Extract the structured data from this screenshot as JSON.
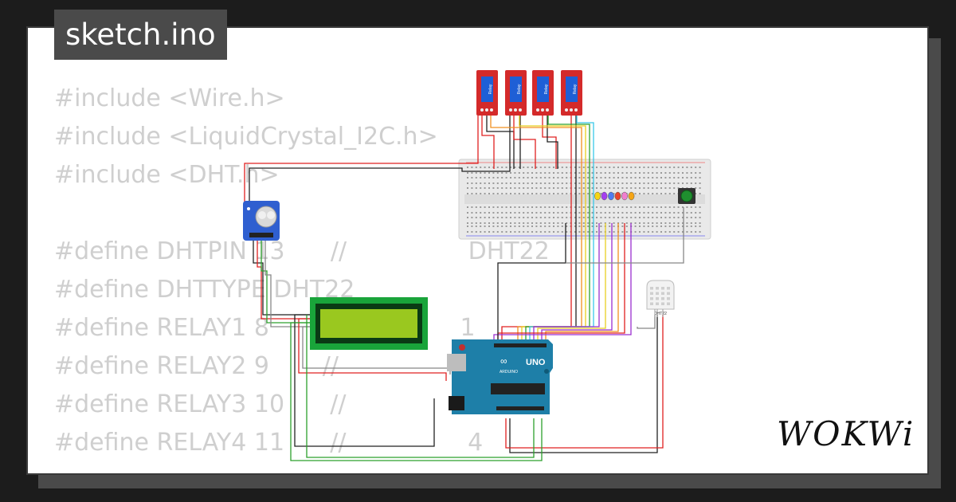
{
  "window": {
    "title": "sketch.ino"
  },
  "code_lines": [
    "#include <Wire.h>",
    "#include <LiquidCrystal_I2C.h>",
    "#include <DHT.h>",
    "",
    "#define DHTPIN 13      //                DHT22",
    "#define DHTTYPE DHT22",
    "#define RELAY1 8       //                1",
    "#define RELAY2 9       //                2",
    "#define RELAY3 10      //                3",
    "#define RELAY4 11      //                4"
  ],
  "diagram": {
    "relay_label": "Relay",
    "board_label": "UNO",
    "board_brand": "ARDUINO",
    "sensor_label": "DHT22",
    "led_colors": [
      "#f5d516",
      "#a43ff0",
      "#4f7cf0",
      "#e8452c",
      "#f07fcf",
      "#f5a516"
    ],
    "wire_colors": {
      "red": "#e02020",
      "black": "#222222",
      "green": "#2ca02c",
      "yellow": "#e8d020",
      "cyan": "#39c8e8",
      "purple": "#9b2fd0",
      "orange": "#f09020",
      "gray": "#888888"
    }
  },
  "brand": {
    "logo": "WOKWi"
  }
}
